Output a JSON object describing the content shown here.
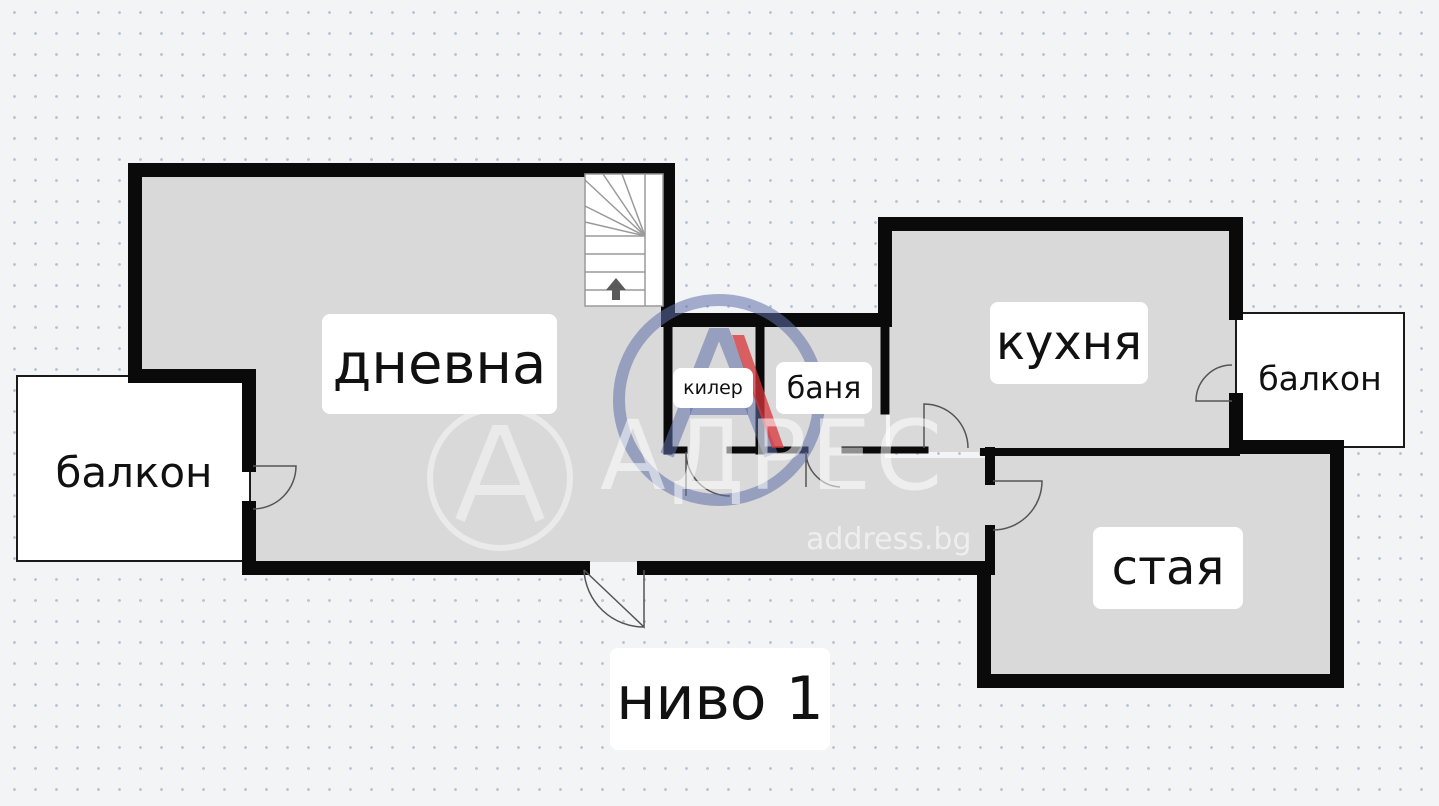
{
  "plan": {
    "level_label": "ниво 1",
    "rooms": {
      "living": "дневна",
      "pantry": "килер",
      "bathroom": "баня",
      "kitchen": "кухня",
      "room": "стая",
      "balcony_left": "балкон",
      "balcony_right": "балкон"
    }
  },
  "watermark": {
    "brand": "АДРЕС",
    "site": "address.bg"
  },
  "colors": {
    "wall": "#0a0a0a",
    "floor": "#d9d9d9",
    "balcony": "#ffffff",
    "background": "#f3f4f6",
    "dot": "#b9c6d9",
    "watermark_ring": "#5f6fa8",
    "watermark_accent": "#d8343a"
  }
}
